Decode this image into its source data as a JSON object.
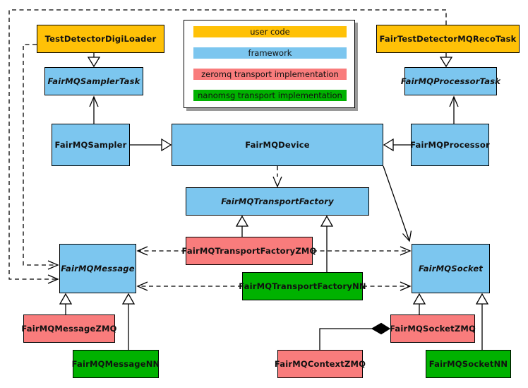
{
  "palette": {
    "user_code": "#FFC107",
    "framework": "#7CC6EF",
    "zeromq_impl": "#F97C7C",
    "nanomsg_impl": "#00B200",
    "box_border": "#000000",
    "background": "#FFFFFF",
    "legend_shadow": "#9A9A9A"
  },
  "legend": {
    "items": [
      {
        "label": "user code",
        "role": "user_code"
      },
      {
        "label": "framework",
        "role": "framework"
      },
      {
        "label": "zeromq transport implementation",
        "role": "zeromq_impl"
      },
      {
        "label": "nanomsg transport implementation",
        "role": "nanomsg_impl"
      }
    ]
  },
  "nodes": {
    "testDetectorDigiLoader": {
      "label": "TestDetectorDigiLoader",
      "role": "user_code",
      "abstract": false
    },
    "fairTestDetectorMQRecoTask": {
      "label": "FairTestDetectorMQRecoTask",
      "role": "user_code",
      "abstract": false
    },
    "fairMQSamplerTask": {
      "label": "FairMQSamplerTask",
      "role": "framework",
      "abstract": true
    },
    "fairMQProcessorTask": {
      "label": "FairMQProcessorTask",
      "role": "framework",
      "abstract": true
    },
    "fairMQSampler": {
      "label": "FairMQSampler",
      "role": "framework",
      "abstract": false
    },
    "fairMQDevice": {
      "label": "FairMQDevice",
      "role": "framework",
      "abstract": false
    },
    "fairMQProcessor": {
      "label": "FairMQProcessor",
      "role": "framework",
      "abstract": false
    },
    "fairMQTransportFactory": {
      "label": "FairMQTransportFactory",
      "role": "framework",
      "abstract": true
    },
    "fairMQTransportFactoryZMQ": {
      "label": "FairMQTransportFactoryZMQ",
      "role": "zeromq_impl",
      "abstract": false
    },
    "fairMQTransportFactoryNN": {
      "label": "FairMQTransportFactoryNN",
      "role": "nanomsg_impl",
      "abstract": false
    },
    "fairMQMessage": {
      "label": "FairMQMessage",
      "role": "framework",
      "abstract": true
    },
    "fairMQSocket": {
      "label": "FairMQSocket",
      "role": "framework",
      "abstract": true
    },
    "fairMQMessageZMQ": {
      "label": "FairMQMessageZMQ",
      "role": "zeromq_impl",
      "abstract": false
    },
    "fairMQMessageNN": {
      "label": "FairMQMessageNN",
      "role": "nanomsg_impl",
      "abstract": false
    },
    "fairMQSocketZMQ": {
      "label": "FairMQSocketZMQ",
      "role": "zeromq_impl",
      "abstract": false
    },
    "fairMQSocketNN": {
      "label": "FairMQSocketNN",
      "role": "nanomsg_impl",
      "abstract": false
    },
    "fairMQContextZMQ": {
      "label": "FairMQContextZMQ",
      "role": "zeromq_impl",
      "abstract": false
    }
  },
  "edges": [
    {
      "from": "TestDetectorDigiLoader",
      "to": "FairMQSamplerTask",
      "type": "inheritance"
    },
    {
      "from": "FairTestDetectorMQRecoTask",
      "to": "FairMQProcessorTask",
      "type": "inheritance"
    },
    {
      "from": "FairMQSampler",
      "to": "FairMQDevice",
      "type": "inheritance"
    },
    {
      "from": "FairMQProcessor",
      "to": "FairMQDevice",
      "type": "inheritance"
    },
    {
      "from": "FairMQSampler",
      "to": "FairMQSamplerTask",
      "type": "association"
    },
    {
      "from": "FairMQProcessor",
      "to": "FairMQProcessorTask",
      "type": "association"
    },
    {
      "from": "FairMQDevice",
      "to": "FairMQTransportFactory",
      "type": "dependency"
    },
    {
      "from": "FairMQDevice",
      "to": "FairMQSocket",
      "type": "association"
    },
    {
      "from": "FairMQTransportFactoryZMQ",
      "to": "FairMQTransportFactory",
      "type": "inheritance"
    },
    {
      "from": "FairMQTransportFactoryNN",
      "to": "FairMQTransportFactory",
      "type": "inheritance"
    },
    {
      "from": "FairMQTransportFactoryZMQ",
      "to": "FairMQMessage",
      "type": "dependency"
    },
    {
      "from": "FairMQTransportFactoryZMQ",
      "to": "FairMQSocket",
      "type": "dependency"
    },
    {
      "from": "FairMQTransportFactoryNN",
      "to": "FairMQMessage",
      "type": "dependency"
    },
    {
      "from": "FairMQTransportFactoryNN",
      "to": "FairMQSocket",
      "type": "dependency"
    },
    {
      "from": "TestDetectorDigiLoader",
      "to": "FairMQMessage",
      "type": "dependency"
    },
    {
      "from": "FairTestDetectorMQRecoTask",
      "to": "FairMQMessage",
      "type": "dependency"
    },
    {
      "from": "FairMQMessageZMQ",
      "to": "FairMQMessage",
      "type": "inheritance"
    },
    {
      "from": "FairMQMessageNN",
      "to": "FairMQMessage",
      "type": "inheritance"
    },
    {
      "from": "FairMQSocketZMQ",
      "to": "FairMQSocket",
      "type": "inheritance"
    },
    {
      "from": "FairMQSocketNN",
      "to": "FairMQSocket",
      "type": "inheritance"
    },
    {
      "from": "FairMQContextZMQ",
      "to": "FairMQSocketZMQ",
      "type": "aggregation"
    }
  ]
}
